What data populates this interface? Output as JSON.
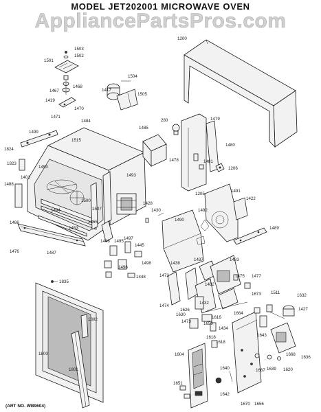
{
  "header": {
    "title": "MODEL  JET202001  MICROWAVE OVEN",
    "watermark": "AppliancePartsPros.com"
  },
  "footer": {
    "art_number": "(ART NO. WB9604)"
  },
  "part_labels": [
    "1503",
    "1502",
    "1501",
    "1200",
    "1467",
    "1468",
    "1504",
    "1419",
    "1417",
    "1505",
    "1471",
    "1470",
    "1484",
    "1499",
    "1479",
    "280",
    "1485",
    "1480",
    "1515",
    "1824",
    "1823",
    "1450",
    "1401",
    "1481",
    "1206",
    "1478",
    "1493",
    "1488",
    "1500",
    "1428",
    "1205",
    "1491",
    "1422",
    "1494",
    "1507",
    "1453",
    "1430",
    "1490",
    "1492",
    "1865",
    "1486",
    "1446",
    "1495",
    "1497",
    "1445",
    "1489",
    "1476",
    "1487",
    "1496",
    "1498",
    "1448",
    "1438",
    "1437",
    "1433",
    "1835",
    "1472",
    "1432",
    "1482",
    "1475",
    "1477",
    "1474",
    "1626",
    "1673",
    "1511",
    "1632",
    "1427",
    "1473",
    "1664",
    "1616",
    "1630",
    "1618",
    "1643",
    "1802",
    "1659",
    "1434",
    "1668",
    "1636",
    "1800",
    "1639",
    "1620",
    "1667",
    "1604",
    "1640",
    "1801",
    "1651",
    "1642",
    "1670",
    "1656",
    "1618"
  ]
}
